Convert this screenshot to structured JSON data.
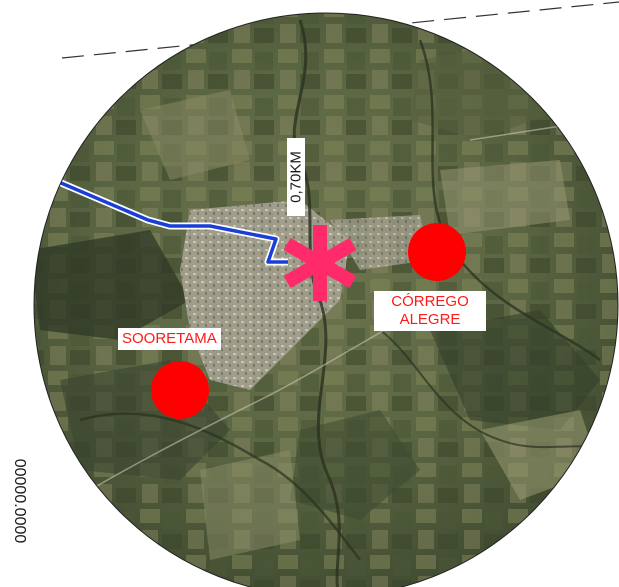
{
  "map": {
    "distance_label": "0,70KM",
    "coord_label": "00000.0000",
    "places": [
      {
        "name": "SOORETAMA",
        "marker_color": "#ff0000"
      },
      {
        "name_lines": [
          "CÓRREGO",
          "ALEGRE"
        ],
        "marker_color": "#ff0000"
      }
    ],
    "site_marker": {
      "symbol": "asterisk",
      "color": "#ff2a6a"
    },
    "route_color": "#1a3fd6",
    "boundary_style": "dashed"
  }
}
